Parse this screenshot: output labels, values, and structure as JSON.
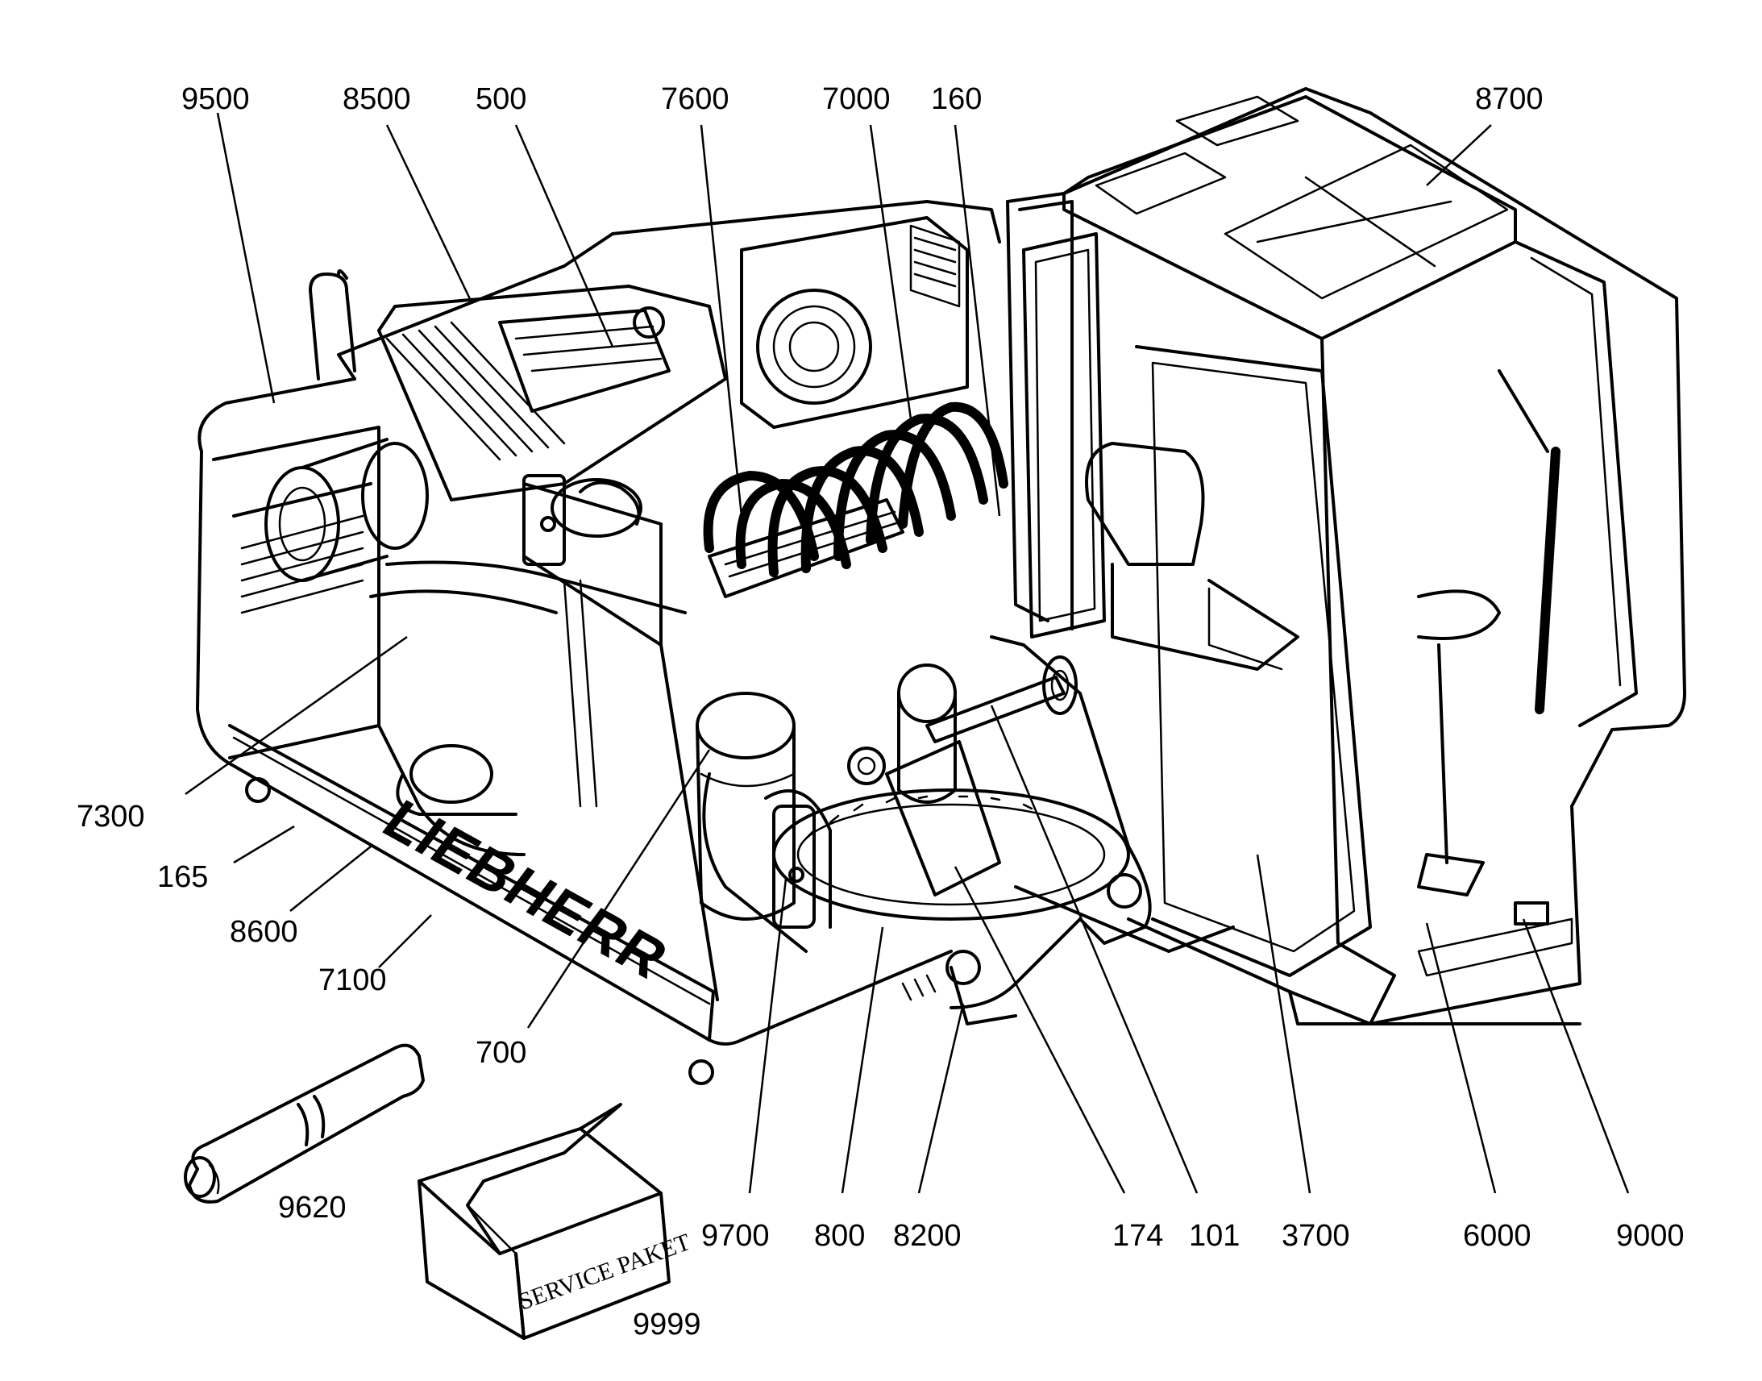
{
  "diagram": {
    "brand_lettering": "LIEBHERR",
    "service_box_label": "SERVICE PAKET",
    "callouts": [
      {
        "id": "c9500",
        "label": "9500"
      },
      {
        "id": "c8500",
        "label": "8500"
      },
      {
        "id": "c500",
        "label": "500"
      },
      {
        "id": "c7600",
        "label": "7600"
      },
      {
        "id": "c7000",
        "label": "7000"
      },
      {
        "id": "c160",
        "label": "160"
      },
      {
        "id": "c8700",
        "label": "8700"
      },
      {
        "id": "c7300",
        "label": "7300"
      },
      {
        "id": "c165",
        "label": "165"
      },
      {
        "id": "c8600",
        "label": "8600"
      },
      {
        "id": "c7100",
        "label": "7100"
      },
      {
        "id": "c700",
        "label": "700"
      },
      {
        "id": "c9620",
        "label": "9620"
      },
      {
        "id": "c9999",
        "label": "9999"
      },
      {
        "id": "c9700",
        "label": "9700"
      },
      {
        "id": "c800",
        "label": "800"
      },
      {
        "id": "c8200",
        "label": "8200"
      },
      {
        "id": "c174",
        "label": "174"
      },
      {
        "id": "c101",
        "label": "101"
      },
      {
        "id": "c3700",
        "label": "3700"
      },
      {
        "id": "c6000",
        "label": "6000"
      },
      {
        "id": "c9000",
        "label": "9000"
      }
    ]
  }
}
